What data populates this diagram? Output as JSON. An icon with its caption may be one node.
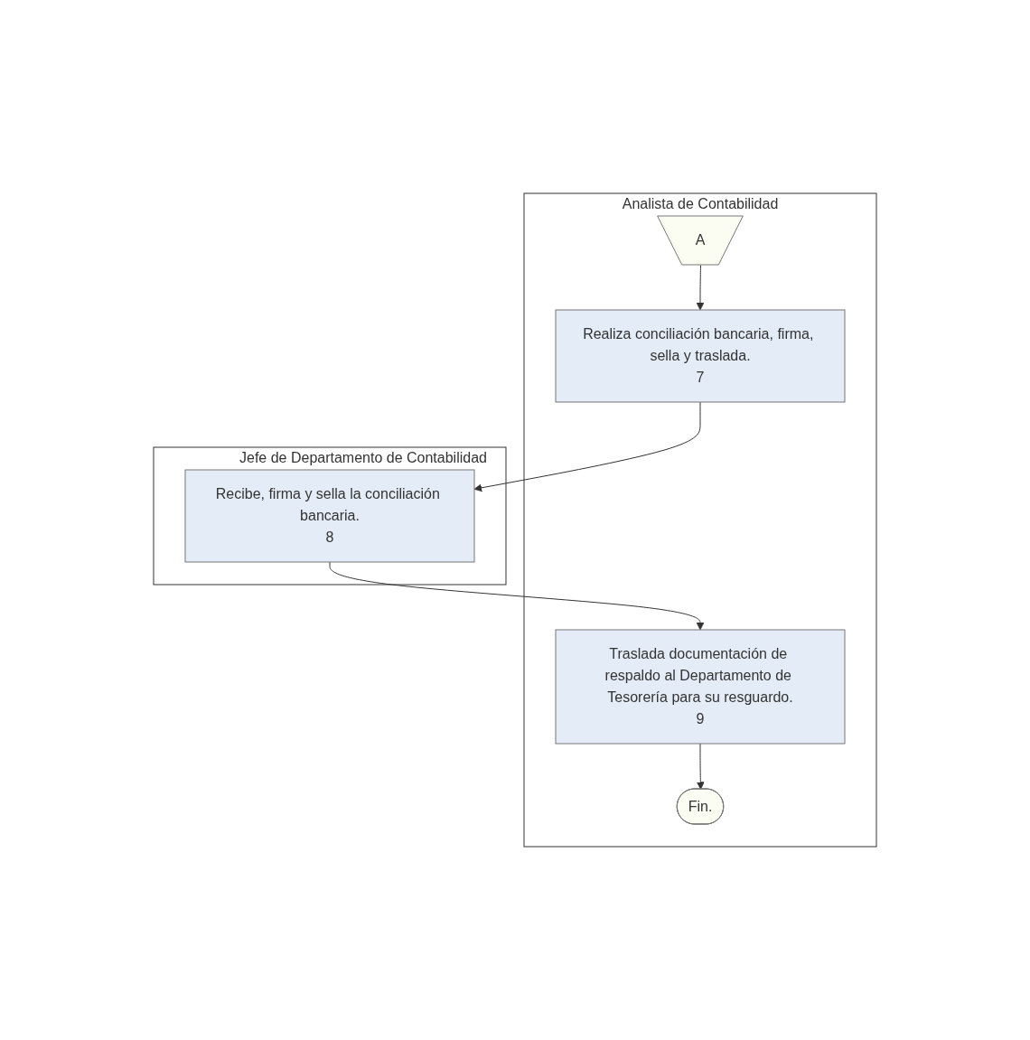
{
  "diagram": {
    "nodes": [
      {
        "text": [
          "Analista de Contabilidad"
        ]
      },
      {
        "text": [
          "A"
        ],
        "in": 0
      },
      {
        "text": [
          "Realiza conciliación bancaria, firma, sella y traslada.",
          "7"
        ],
        "in": 0
      },
      {
        "text": [
          "Traslada documentación de respaldo al Departamento de Tesorería para su resguardo.",
          "9"
        ],
        "in": 0
      },
      {
        "text": [
          "Fin."
        ],
        "in": 0
      },
      {
        "text": [
          "Jefe de Departamento de Contabilidad"
        ]
      },
      {
        "text": [
          "Recibe, firma y sella la conciliación bancaria.",
          "8"
        ],
        "in": 5
      }
    ],
    "edges": [
      {
        "from": 1,
        "to": 2,
        "arrow": "to"
      },
      {
        "from": 2,
        "to": 6,
        "arrow": "to"
      },
      {
        "from": 6,
        "to": 3,
        "arrow": "to"
      },
      {
        "from": 3,
        "to": 4,
        "arrow": "to"
      }
    ]
  }
}
